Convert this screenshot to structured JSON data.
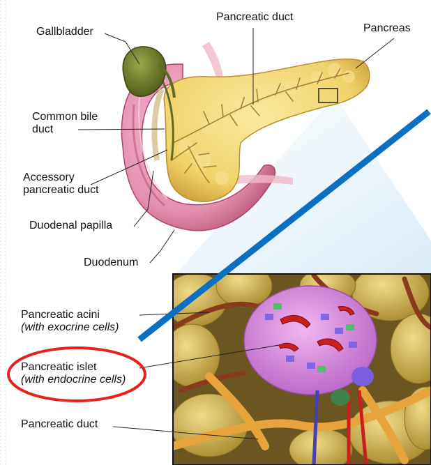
{
  "labels": {
    "gallbladder": "Gallbladder",
    "pancreatic_duct_top": "Pancreatic duct",
    "pancreas": "Pancreas",
    "common_bile_duct_l1": "Common bile",
    "common_bile_duct_l2": "duct",
    "accessory_duct_l1": "Accessory",
    "accessory_duct_l2": "pancreatic duct",
    "duodenal_papilla": "Duodenal papilla",
    "duodenum": "Duodenum",
    "pancreatic_acini": "Pancreatic acini",
    "pancreatic_acini_sub": "(with exocrine cells)",
    "pancreatic_islet": "Pancreatic islet",
    "pancreatic_islet_sub": "(with endocrine cells)",
    "pancreatic_duct_bottom": "Pancreatic duct"
  },
  "colors": {
    "pancreas": "#f0d36a",
    "pancreas_shadow": "#d9b24a",
    "duodenum": "#e58fb0",
    "duodenum_dark": "#c2587f",
    "gallbladder": "#6f7a2a",
    "islet": "#d98fe0",
    "annotation_line": "#0b6fc2",
    "annotation_circle": "#e3231c"
  }
}
